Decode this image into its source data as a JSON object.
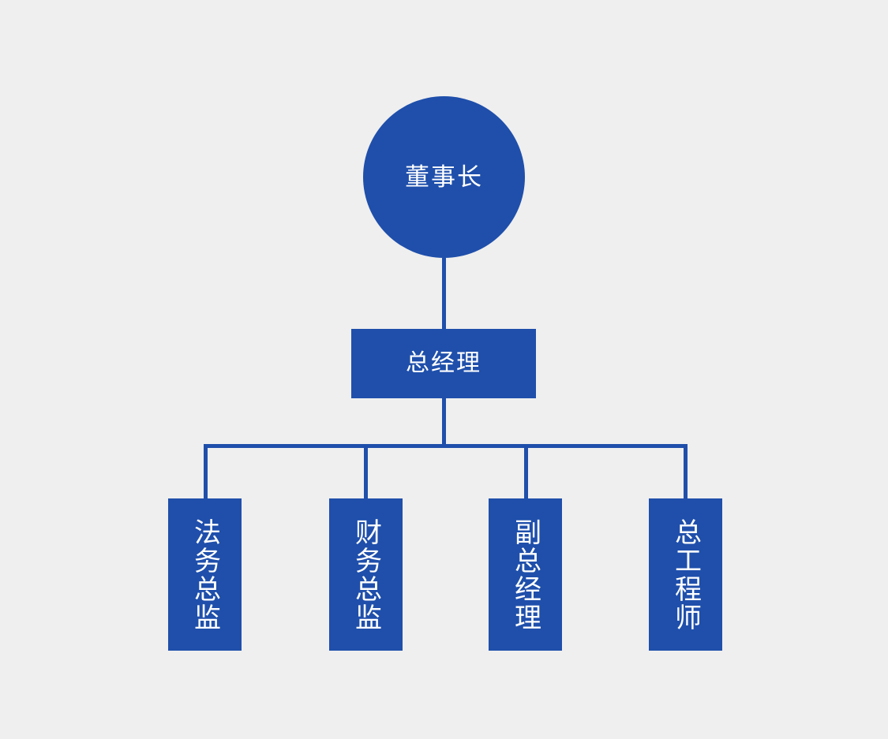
{
  "diagram": {
    "type": "organization-chart",
    "title": "",
    "background_color": "#efefef",
    "node_color": "#1f4fab",
    "text_color": "#ffffff",
    "connector_color": "#1f4fab",
    "orientation": "top-down",
    "levels": 3
  },
  "nodes": {
    "root": {
      "label": "董事长",
      "shape": "circle",
      "level": 1
    },
    "level2": {
      "label": "总经理",
      "shape": "rectangle",
      "level": 2
    },
    "level3": [
      {
        "label": "法务总监",
        "shape": "rectangle",
        "text_direction": "vertical",
        "level": 3
      },
      {
        "label": "财务总监",
        "shape": "rectangle",
        "text_direction": "vertical",
        "level": 3
      },
      {
        "label": "副总经理",
        "shape": "rectangle",
        "text_direction": "vertical",
        "level": 3
      },
      {
        "label": "总工程师",
        "shape": "rectangle",
        "text_direction": "vertical",
        "level": 3
      }
    ]
  }
}
